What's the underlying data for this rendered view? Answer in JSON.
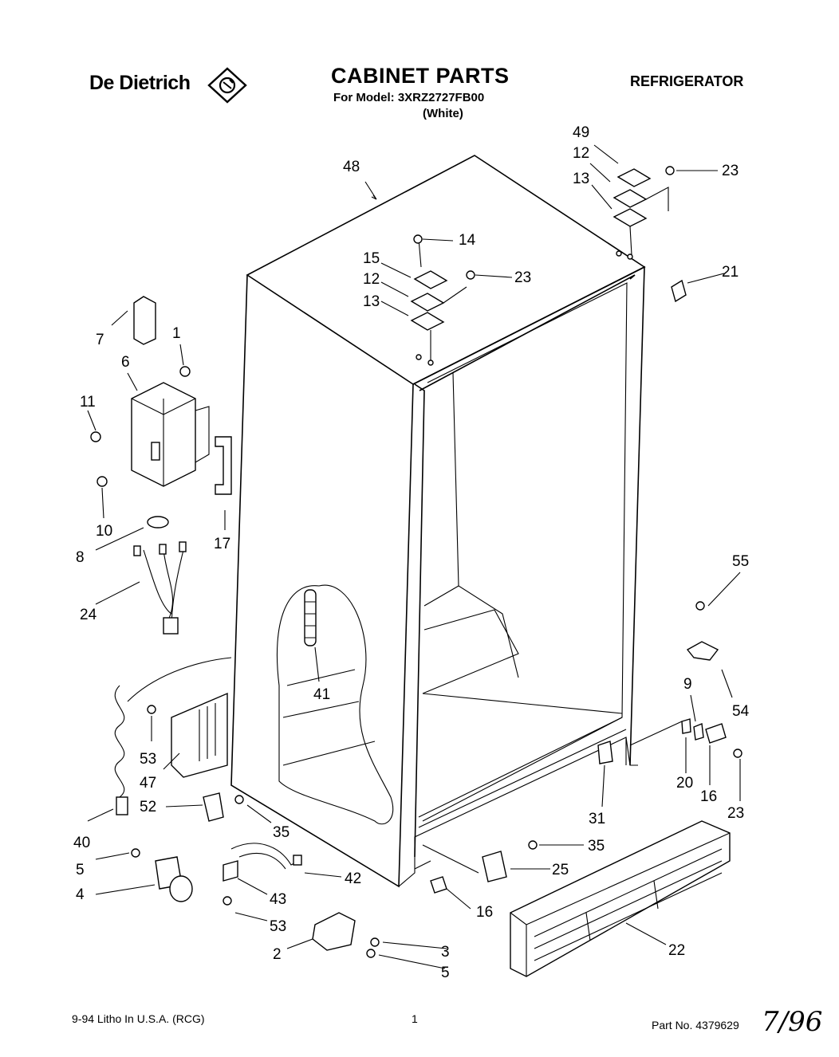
{
  "header": {
    "brand": "De Dietrich",
    "title": "CABINET PARTS",
    "model_line": "For Model: 3XRZ2727FB00",
    "color_line": "(White)",
    "category": "REFRIGERATOR"
  },
  "icons": {
    "logo": "de-dietrich-diamond-logo-icon"
  },
  "callouts": [
    {
      "id": "48",
      "text": "48"
    },
    {
      "id": "49",
      "text": "49"
    },
    {
      "id": "12a",
      "text": "12"
    },
    {
      "id": "13a",
      "text": "13"
    },
    {
      "id": "23a",
      "text": "23"
    },
    {
      "id": "14",
      "text": "14"
    },
    {
      "id": "15",
      "text": "15"
    },
    {
      "id": "12b",
      "text": "12"
    },
    {
      "id": "13b",
      "text": "13"
    },
    {
      "id": "23b",
      "text": "23"
    },
    {
      "id": "21",
      "text": "21"
    },
    {
      "id": "7",
      "text": "7"
    },
    {
      "id": "1",
      "text": "1"
    },
    {
      "id": "6",
      "text": "6"
    },
    {
      "id": "11",
      "text": "11"
    },
    {
      "id": "10",
      "text": "10"
    },
    {
      "id": "17",
      "text": "17"
    },
    {
      "id": "8",
      "text": "8"
    },
    {
      "id": "24",
      "text": "24"
    },
    {
      "id": "55",
      "text": "55"
    },
    {
      "id": "41",
      "text": "41"
    },
    {
      "id": "54",
      "text": "54"
    },
    {
      "id": "9",
      "text": "9"
    },
    {
      "id": "53a",
      "text": "53"
    },
    {
      "id": "47",
      "text": "47"
    },
    {
      "id": "20",
      "text": "20"
    },
    {
      "id": "16a",
      "text": "16"
    },
    {
      "id": "31",
      "text": "31"
    },
    {
      "id": "23c",
      "text": "23"
    },
    {
      "id": "52",
      "text": "52"
    },
    {
      "id": "40",
      "text": "40"
    },
    {
      "id": "35a",
      "text": "35"
    },
    {
      "id": "35b",
      "text": "35"
    },
    {
      "id": "5a",
      "text": "5"
    },
    {
      "id": "25",
      "text": "25"
    },
    {
      "id": "42",
      "text": "42"
    },
    {
      "id": "4",
      "text": "4"
    },
    {
      "id": "43",
      "text": "43"
    },
    {
      "id": "16b",
      "text": "16"
    },
    {
      "id": "53b",
      "text": "53"
    },
    {
      "id": "22",
      "text": "22"
    },
    {
      "id": "3",
      "text": "3"
    },
    {
      "id": "2",
      "text": "2"
    },
    {
      "id": "5b",
      "text": "5"
    }
  ],
  "footer": {
    "left": "9-94 Litho In U.S.A. (RCG)",
    "page": "1",
    "part_no": "Part No. 4379629",
    "handwritten_date": "7/96"
  }
}
